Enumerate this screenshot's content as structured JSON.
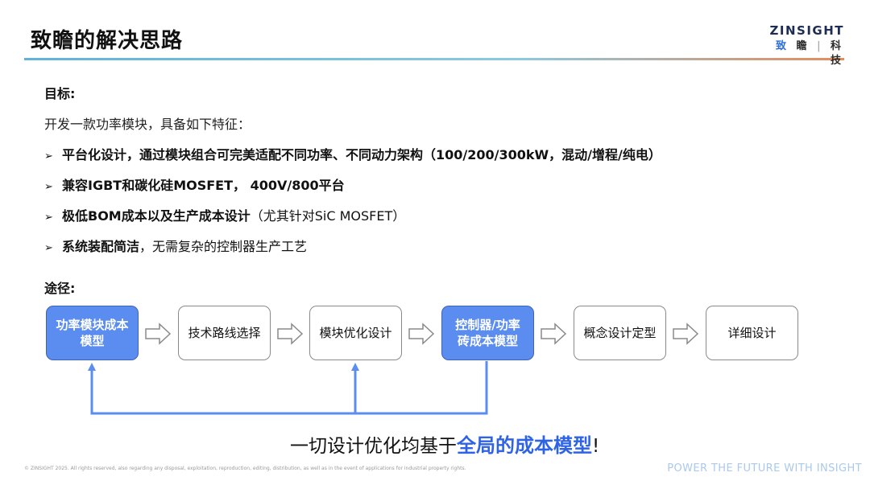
{
  "header": {
    "title": "致瞻的解决思路",
    "logo": {
      "en": "ZINSIGHT",
      "cn_a": "致",
      "cn_b": "瞻",
      "cn_sep": "|",
      "cn_c": "科",
      "cn_d": "技"
    }
  },
  "goal": {
    "label": "目标:",
    "intro": "开发一款功率模块，具备如下特征：",
    "bullets": [
      {
        "bold": "平台化设计，通过模块组合可完美适配不同功率、不同动力架构（100/200/300kW，混动/增程/纯电）",
        "normal": ""
      },
      {
        "bold": "兼容IGBT和碳化硅MOSFET， 400V/800平台",
        "normal": ""
      },
      {
        "bold": "极低BOM成本以及生产成本设计",
        "normal": "（尤其针对SiC MOSFET）"
      },
      {
        "bold": "系统装配简洁",
        "normal": "，无需复杂的控制器生产工艺"
      }
    ]
  },
  "path": {
    "label": "途径:",
    "steps": [
      {
        "text": "功率模块成本模型",
        "highlight": true
      },
      {
        "text": "技术路线选择",
        "highlight": false
      },
      {
        "text": "模块优化设计",
        "highlight": false
      },
      {
        "text": "控制器/功率砖成本模型",
        "highlight": true
      },
      {
        "text": "概念设计定型",
        "highlight": false
      },
      {
        "text": "详细设计",
        "highlight": false
      }
    ]
  },
  "slogan": {
    "prefix": "一切设计优化均基于",
    "emphasis": "全局的成本模型",
    "suffix": "!"
  },
  "footer": {
    "copyright": "© ZINSIGHT 2025. All rights reserved, also regarding any disposal, exploitation, reproduction, editing, distribution, as well as in the event of applications for industrial property rights.",
    "tagline": "POWER THE FUTURE WITH INSIGHT"
  },
  "colors": {
    "accent": "#5b8cf0",
    "accent_border": "#3d63b8",
    "emphasis_text": "#2f63e6",
    "feedback_line": "#5b8cf0",
    "tagline": "#aac9ec"
  },
  "icons": {
    "bullet": "arrow-bullet-icon",
    "flow": "hollow-right-arrow-icon"
  }
}
